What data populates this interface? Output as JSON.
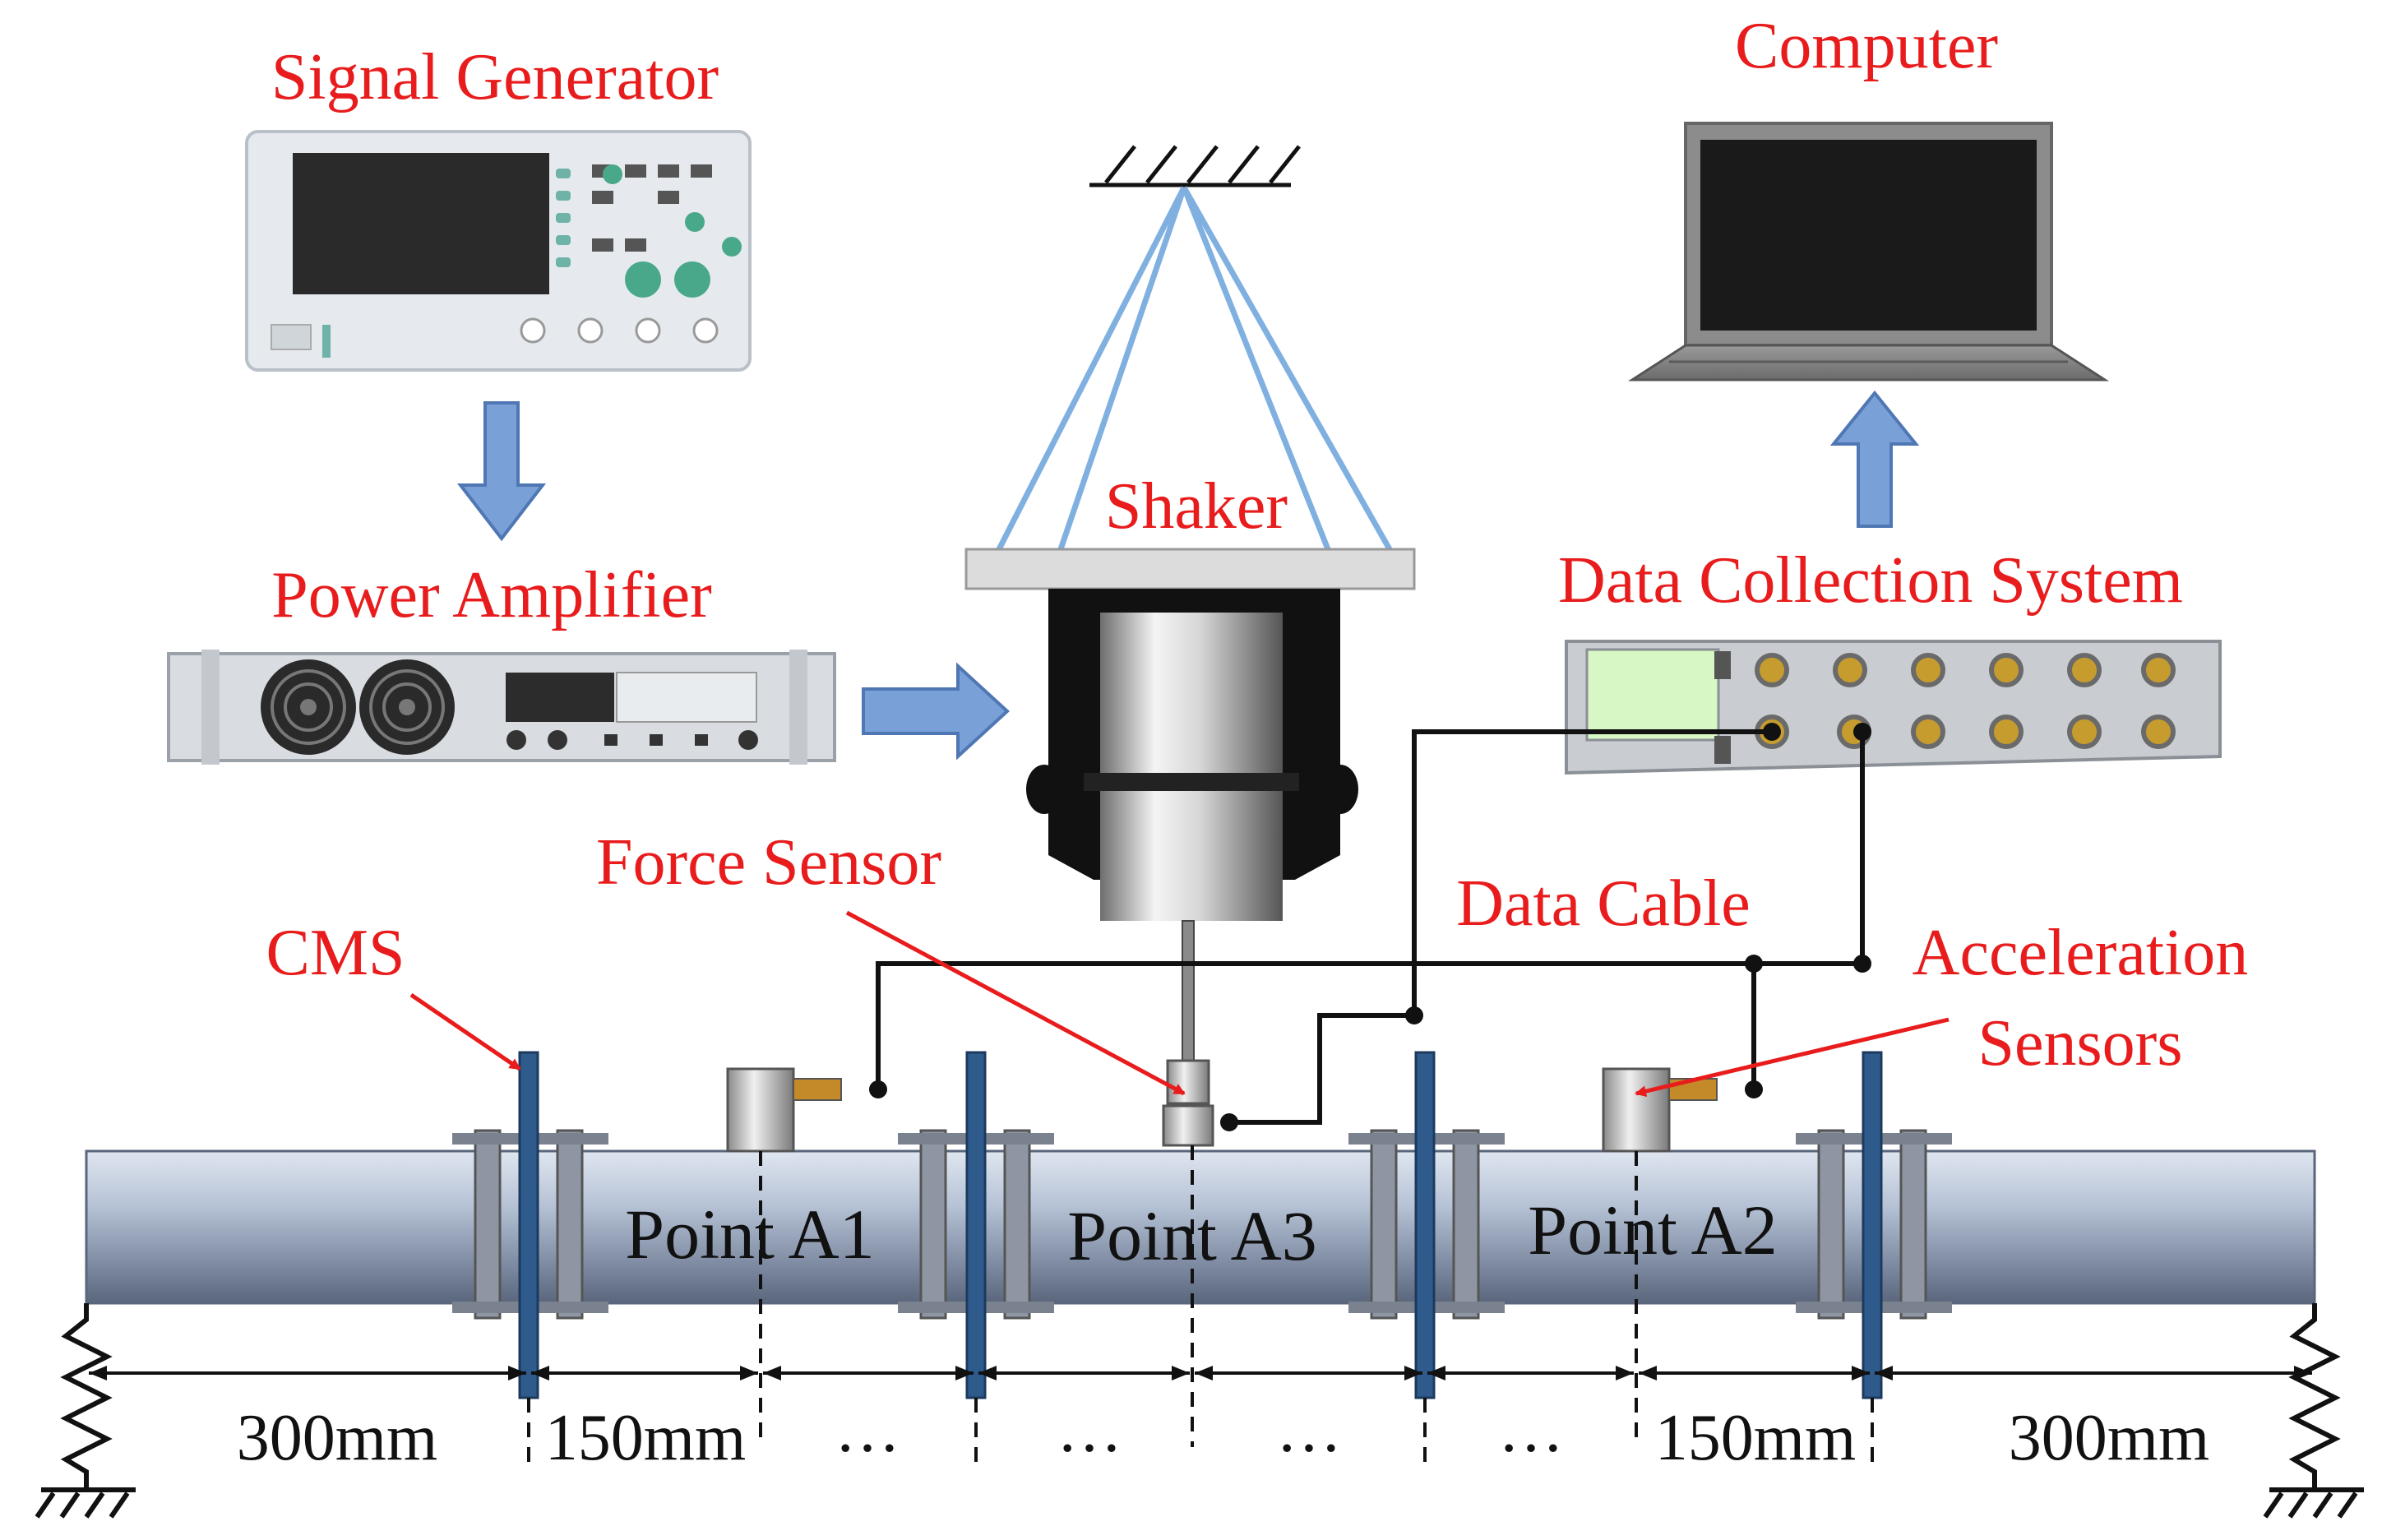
{
  "labels": {
    "signal_generator": "Signal Generator",
    "power_amplifier": "Power Amplifier",
    "shaker": "Shaker",
    "computer": "Computer",
    "data_collection_system": "Data Collection System",
    "force_sensor": "Force Sensor",
    "data_cable": "Data Cable",
    "cms": "CMS",
    "acceleration_sensors_line1": "Acceleration",
    "acceleration_sensors_line2": "Sensors"
  },
  "points": {
    "a1": "Point A1",
    "a3": "Point A3",
    "a2": "Point A2"
  },
  "dimensions": {
    "left_end": "300mm",
    "left_offset": "150mm",
    "ellipsis_1": "…",
    "ellipsis_2": "…",
    "ellipsis_3": "…",
    "ellipsis_4": "…",
    "right_offset": "150mm",
    "right_end": "300mm"
  },
  "colors": {
    "label_red": "#e81c1c",
    "arrow_blue": "#7aa0d8",
    "pipe": "#a9b7cc",
    "flange_blue": "#2f5b8c",
    "suspension_blue": "#7fb0e0"
  }
}
